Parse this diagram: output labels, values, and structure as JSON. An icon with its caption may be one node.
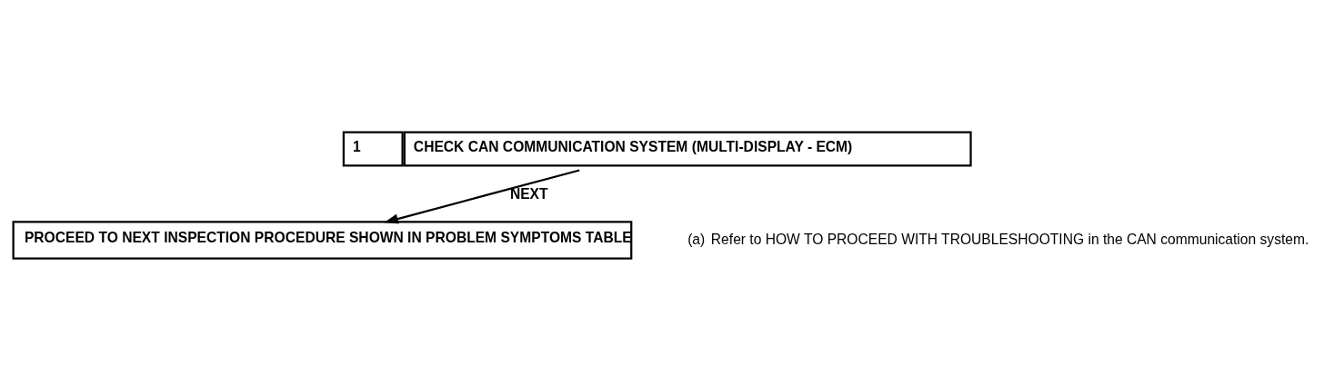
{
  "diagram": {
    "nodes": [
      {
        "text": [
          "1",
          "CHECK CAN COMMUNICATION SYSTEM (MULTI-DISPLAY - ECM)"
        ]
      },
      {
        "text": [
          "PROCEED TO NEXT INSPECTION PROCEDURE SHOWN IN PROBLEM SYMPTOMS TABLE"
        ]
      }
    ],
    "edges": [
      {
        "from": 0,
        "to": 1,
        "arrow": "to",
        "label": "NEXT"
      }
    ],
    "labels": [
      "(a)",
      "Refer to HOW TO PROCEED WITH TROUBLESHOOTING in the CAN communication system."
    ]
  }
}
